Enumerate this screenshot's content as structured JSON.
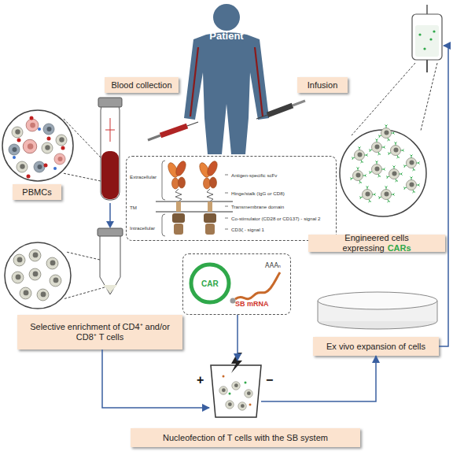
{
  "diagram": {
    "nodes": [
      {
        "text": [
          "Patient"
        ]
      },
      {
        "text": [
          "Blood collection"
        ]
      },
      {
        "text": [
          "Infusion"
        ]
      },
      {
        "text": [
          "PBMCs"
        ]
      },
      {
        "text": [
          "Extracellular",
          "TM",
          "Intracellular",
          "Antigen-specific scFv",
          "Hinge/stalk (IgG or CD8)",
          "Transmembrane domain",
          "Co-stimulator (CD28 or CD137) - signal 2",
          "CD3ζ - signal 1"
        ]
      },
      {
        "text": [
          "Engineered cells expressing",
          "CARs"
        ]
      },
      {
        "text": [
          "CAR",
          "SB mRNA",
          "AAAₙ"
        ]
      },
      {
        "text": [
          "Selective enrichment of CD4⁺ and/or CD8⁺ T cells"
        ]
      },
      {
        "text": [
          "Ex vivo expansion of cells"
        ]
      },
      {
        "text": [
          "Nucleofection of T cells with the SB system"
        ]
      }
    ],
    "edges": [
      {
        "from": 7,
        "to": 9,
        "arrow": "to"
      },
      {
        "from": 6,
        "to": 9,
        "arrow": "to"
      },
      {
        "from": 9,
        "to": 8,
        "arrow": "to"
      },
      {
        "from": 8,
        "to": 2,
        "arrow": "to"
      }
    ],
    "labels": [
      "+",
      "−"
    ]
  }
}
